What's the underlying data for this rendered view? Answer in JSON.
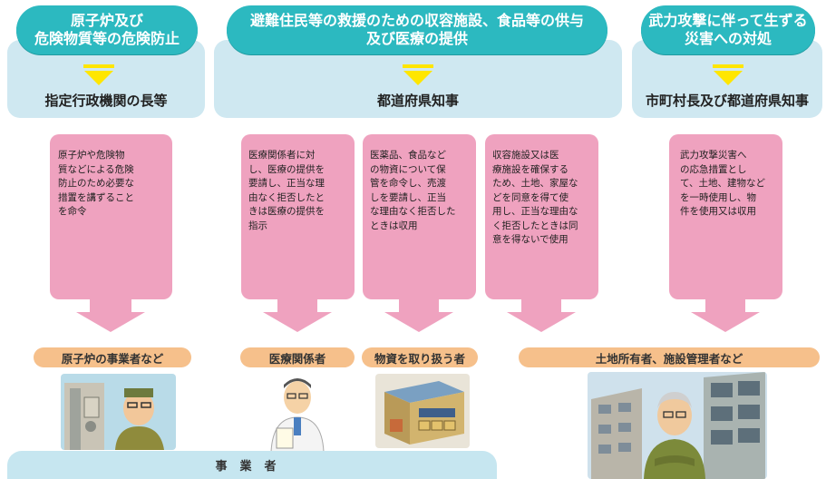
{
  "top_sections": [
    {
      "pill_lines": [
        "原子炉及び",
        "危険物質等の危険防止"
      ],
      "authority": "指定行政機関の長等"
    },
    {
      "pill_lines": [
        "避難住民等の救援のための収容施設、食品等の供与",
        "及び医療の提供"
      ],
      "authority": "都道府県知事"
    },
    {
      "pill_lines": [
        "武力攻撃に伴って生ずる",
        "災害への対処"
      ],
      "authority": "市町村長及び都道府県知事"
    }
  ],
  "measures": [
    {
      "text": "原子炉や危険物\n質などによる危険\n防止のため必要な\n措置を講ずること\nを命令"
    },
    {
      "text": "医療関係者に対\nし、医療の提供を\n要請し、正当な理\n由なく拒否したと\nきは医療の提供を\n指示"
    },
    {
      "text": "医薬品、食品など\nの物資について保\n管を命令し、売渡\nしを要請し、正当\nな理由なく拒否した\nときは収用"
    },
    {
      "text": "収容施設又は医\n療施設を確保する\nため、土地、家屋な\nどを同意を得て使\n用し、正当な理由な\nく拒否したときは同\n意を得ないで使用"
    },
    {
      "text": "武力攻撃災害へ\nの応急措置とし\nて、土地、建物など\nを一時使用し、物\n件を使用又は収用"
    }
  ],
  "targets": [
    {
      "label": "原子炉の事業者など"
    },
    {
      "label": "医療関係者"
    },
    {
      "label": "物資を取り扱う者"
    },
    {
      "label": "土地所有者、施設管理者など"
    }
  ],
  "footer": {
    "label": "事業者"
  },
  "colors": {
    "pill": "#2cb9c0",
    "panel": "#cfe8f1",
    "arrow_pink": "#efa2bf",
    "arrow_yellow": "#ffe600",
    "tag": "#f6c08b"
  }
}
